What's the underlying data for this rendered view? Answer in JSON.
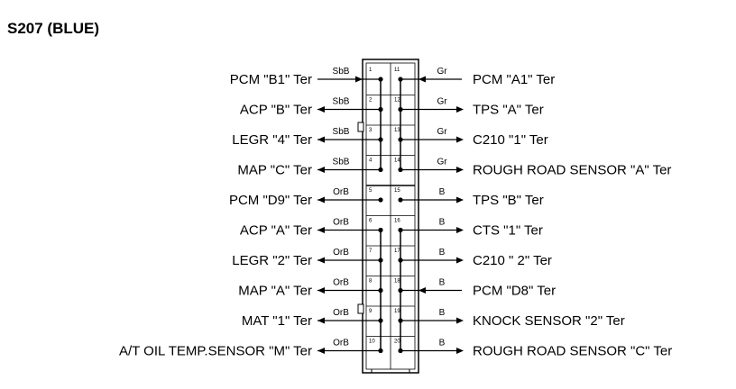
{
  "title": "S207 (BLUE)",
  "left": [
    {
      "pin": "1",
      "color": "SbB",
      "label": "PCM \"B1\" Ter",
      "direction": "in"
    },
    {
      "pin": "2",
      "color": "SbB",
      "label": "ACP \"B\" Ter",
      "direction": "out"
    },
    {
      "pin": "3",
      "color": "SbB",
      "label": "LEGR \"4\" Ter",
      "direction": "out"
    },
    {
      "pin": "4",
      "color": "SbB",
      "label": "MAP \"C\" Ter",
      "direction": "out"
    },
    {
      "pin": "5",
      "color": "OrB",
      "label": "PCM \"D9\" Ter",
      "direction": "out"
    },
    {
      "pin": "6",
      "color": "OrB",
      "label": "ACP \"A\" Ter",
      "direction": "out"
    },
    {
      "pin": "7",
      "color": "OrB",
      "label": "LEGR \"2\" Ter",
      "direction": "out"
    },
    {
      "pin": "8",
      "color": "OrB",
      "label": "MAP \"A\" Ter",
      "direction": "out"
    },
    {
      "pin": "9",
      "color": "OrB",
      "label": "MAT \"1\" Ter",
      "direction": "out"
    },
    {
      "pin": "10",
      "color": "OrB",
      "label": "A/T OIL TEMP.SENSOR \"M\" Ter",
      "direction": "out"
    }
  ],
  "right": [
    {
      "pin": "11",
      "color": "Gr",
      "label": "PCM \"A1\" Ter",
      "direction": "in"
    },
    {
      "pin": "12",
      "color": "Gr",
      "label": "TPS \"A\" Ter",
      "direction": "out"
    },
    {
      "pin": "13",
      "color": "Gr",
      "label": "C210 \"1\" Ter",
      "direction": "out"
    },
    {
      "pin": "14",
      "color": "Gr",
      "label": "ROUGH ROAD SENSOR \"A\" Ter",
      "direction": "out"
    },
    {
      "pin": "15",
      "color": "B",
      "label": "TPS \"B\" Ter",
      "direction": "out"
    },
    {
      "pin": "16",
      "color": "B",
      "label": "CTS \"1\" Ter",
      "direction": "out"
    },
    {
      "pin": "17",
      "color": "B",
      "label": "C210 \" 2\" Ter",
      "direction": "out"
    },
    {
      "pin": "18",
      "color": "B",
      "label": "PCM \"D8\" Ter",
      "direction": "in"
    },
    {
      "pin": "19",
      "color": "B",
      "label": "KNOCK SENSOR \"2\" Ter",
      "direction": "out"
    },
    {
      "pin": "20",
      "color": "B",
      "label": "ROUGH ROAD SENSOR \"C\" Ter",
      "direction": "out"
    }
  ]
}
